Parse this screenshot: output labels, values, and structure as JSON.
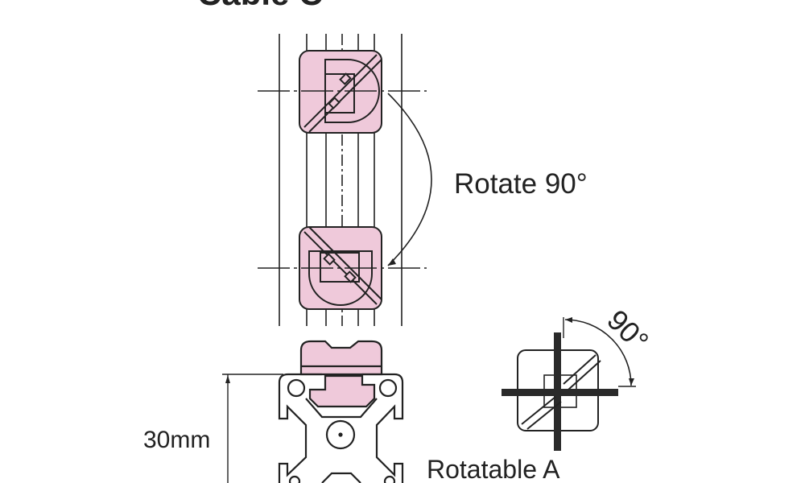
{
  "title": "Cable C",
  "rotate_label": "Rotate 90°",
  "dimension_label": "30mm",
  "angle_label": "90°",
  "bottom_label": "Rotatable A",
  "colors": {
    "pink": "#efc9da",
    "line": "#222222"
  }
}
